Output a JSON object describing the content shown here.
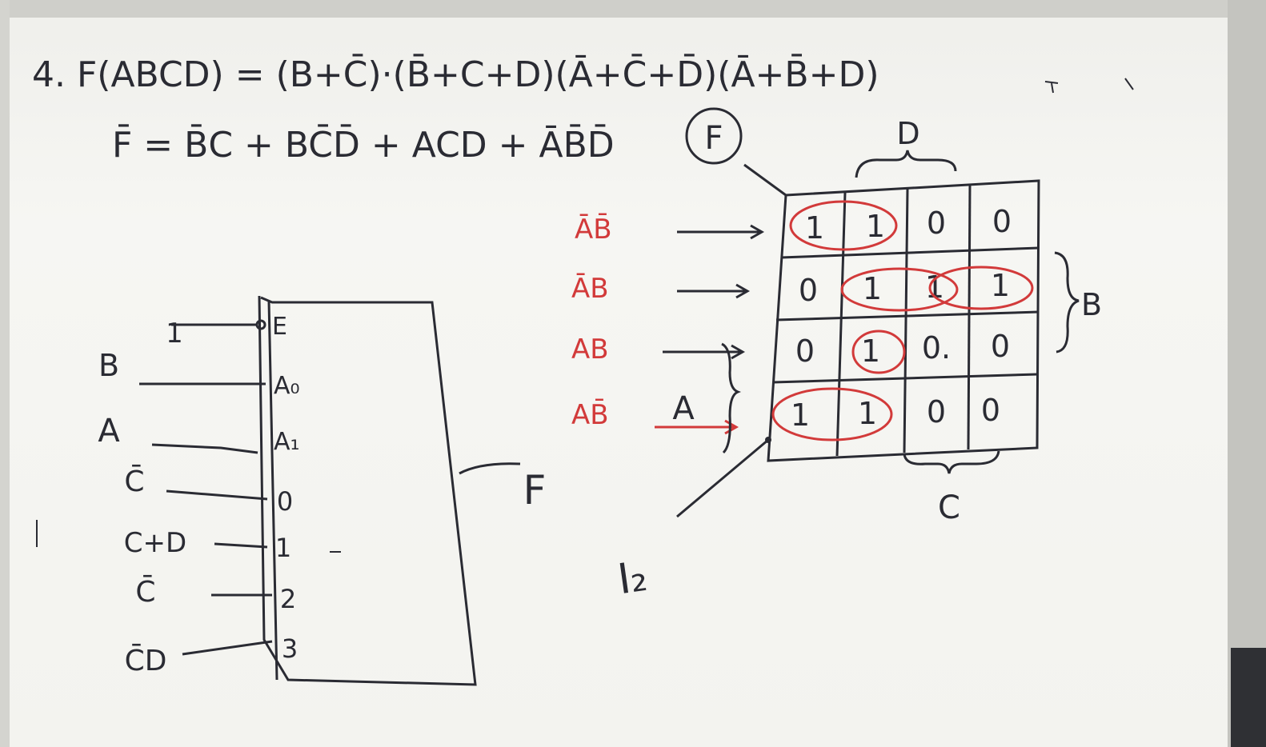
{
  "equations": {
    "line1": "4. F(ABCD) = (B+C̄)·(B̄+C+D)(Ā+C̄+D̄)(Ā+B̄+D)",
    "line2": "F̄ = B̄C + BC̄D̄ + ACD + ĀB̄D̄"
  },
  "kmap": {
    "circle_label": "F",
    "row_labels": [
      "ĀB̄",
      "ĀB",
      "AB",
      "AB̄"
    ],
    "cells": [
      [
        "1",
        "1",
        "0",
        "0"
      ],
      [
        "0",
        "1",
        "1",
        "1"
      ],
      [
        "0",
        "1",
        "0.",
        "0"
      ],
      [
        "1",
        "1",
        "0",
        "0"
      ]
    ],
    "top_label": "D",
    "right_label": "B",
    "bottom_label": "C",
    "side_label": "A",
    "pointer_label": "I₂"
  },
  "mux": {
    "enable_label": "E",
    "enable_value": "1",
    "select_pins": [
      "A₀",
      "A₁"
    ],
    "select_inputs": [
      "B",
      "A"
    ],
    "data_pins": [
      "0",
      "1",
      "2",
      "3"
    ],
    "data_inputs": [
      "C̄",
      "C+D",
      "C̄",
      "C̄D"
    ],
    "output_label": "F"
  },
  "colors": {
    "board": "#f3f3ef",
    "ink": "#2a2b33",
    "marker_red": "#d23a3a",
    "frame": "#c9c9c4"
  }
}
